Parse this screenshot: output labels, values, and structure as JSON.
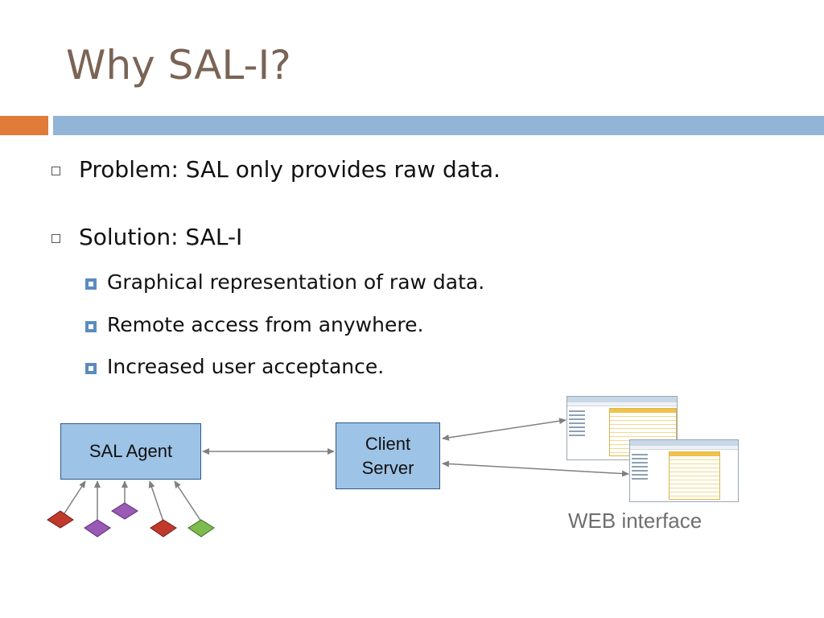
{
  "slide": {
    "title": "Why SAL-I?",
    "bullets": [
      {
        "text": "Problem: SAL only provides raw data."
      },
      {
        "text": "Solution: SAL-I"
      }
    ],
    "sub_bullets": [
      {
        "text": "Graphical representation of raw data."
      },
      {
        "text": "Remote access from anywhere."
      },
      {
        "text": "Increased user acceptance."
      }
    ]
  },
  "diagram": {
    "sal_agent": "SAL Agent",
    "client_server": "Client Server",
    "web_label": "WEB interface",
    "colors": {
      "node_fill": "#9dc3e6",
      "node_border": "#2f5a8a",
      "arrow": "#808080",
      "sensor_red": "#c0392b",
      "sensor_purple": "#9b59b6",
      "sensor_green": "#7dbb4e"
    },
    "sensors": [
      "red",
      "purple",
      "purple",
      "red",
      "green"
    ]
  }
}
